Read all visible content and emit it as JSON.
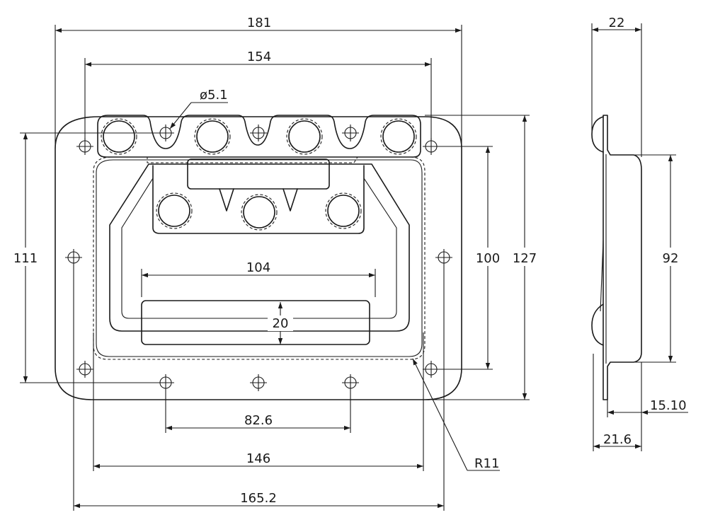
{
  "dimensions": {
    "overall_width": "181",
    "hole_span_top": "154",
    "hole_diameter": "ø5.1",
    "overall_height_left": "111",
    "grip_width": "104",
    "grip_height": "20",
    "hole_spacing_bottom": "82.6",
    "recess_width": "146",
    "mount_width": "165.2",
    "hole_vertical": "100",
    "overall_height_right": "127",
    "corner_radius": "R11",
    "side_depth": "22",
    "side_height": "92",
    "side_offset": "15.10",
    "side_total": "21.6"
  }
}
